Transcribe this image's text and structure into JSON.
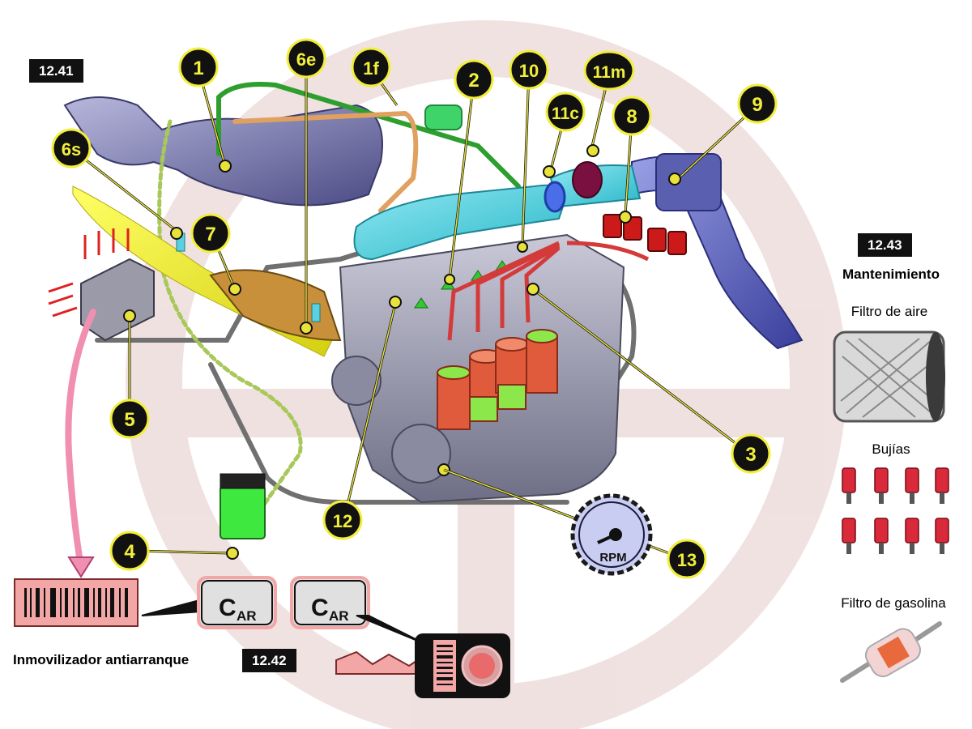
{
  "tags": {
    "t1241": "12.41",
    "t1242": "12.42",
    "t1243": "12.43"
  },
  "callouts": [
    "1",
    "6e",
    "1f",
    "2",
    "10",
    "11m",
    "11c",
    "8",
    "9",
    "6s",
    "7",
    "5",
    "12",
    "3",
    "4",
    "13"
  ],
  "rpm_label": "RPM",
  "car_bubble": {
    "main": "C",
    "sub": "AR"
  },
  "labels": {
    "immobilizer": "Inmovilizador antiarranque",
    "maintenance": "Mantenimiento",
    "air_filter": "Filtro de aire",
    "spark_plugs": "Bujías",
    "fuel_filter": "Filtro de gasolina"
  },
  "colors": {
    "callout_fill": "#111111",
    "callout_ring": "#f2ee3c",
    "callout_text": "#f2ee3c",
    "leader": "#e8e23a",
    "immobilizer": "#f3a6a6"
  }
}
